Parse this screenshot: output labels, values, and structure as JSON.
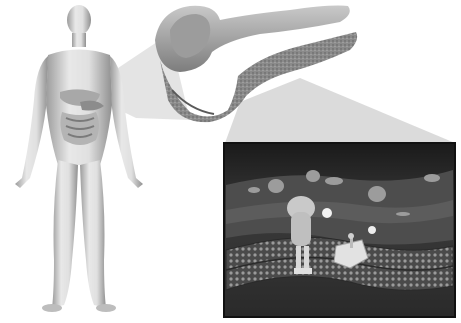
{
  "figure": {
    "panels": [
      "human-body",
      "organ-closeup",
      "cell-membrane-closeup"
    ]
  },
  "colors": {
    "background": "#ffffff",
    "body_light": "#e6e6e6",
    "body_shade": "#9a9a9a",
    "organ_dark": "#6e6e6e",
    "inset_bg": "#222222",
    "inset_border": "#111111"
  }
}
